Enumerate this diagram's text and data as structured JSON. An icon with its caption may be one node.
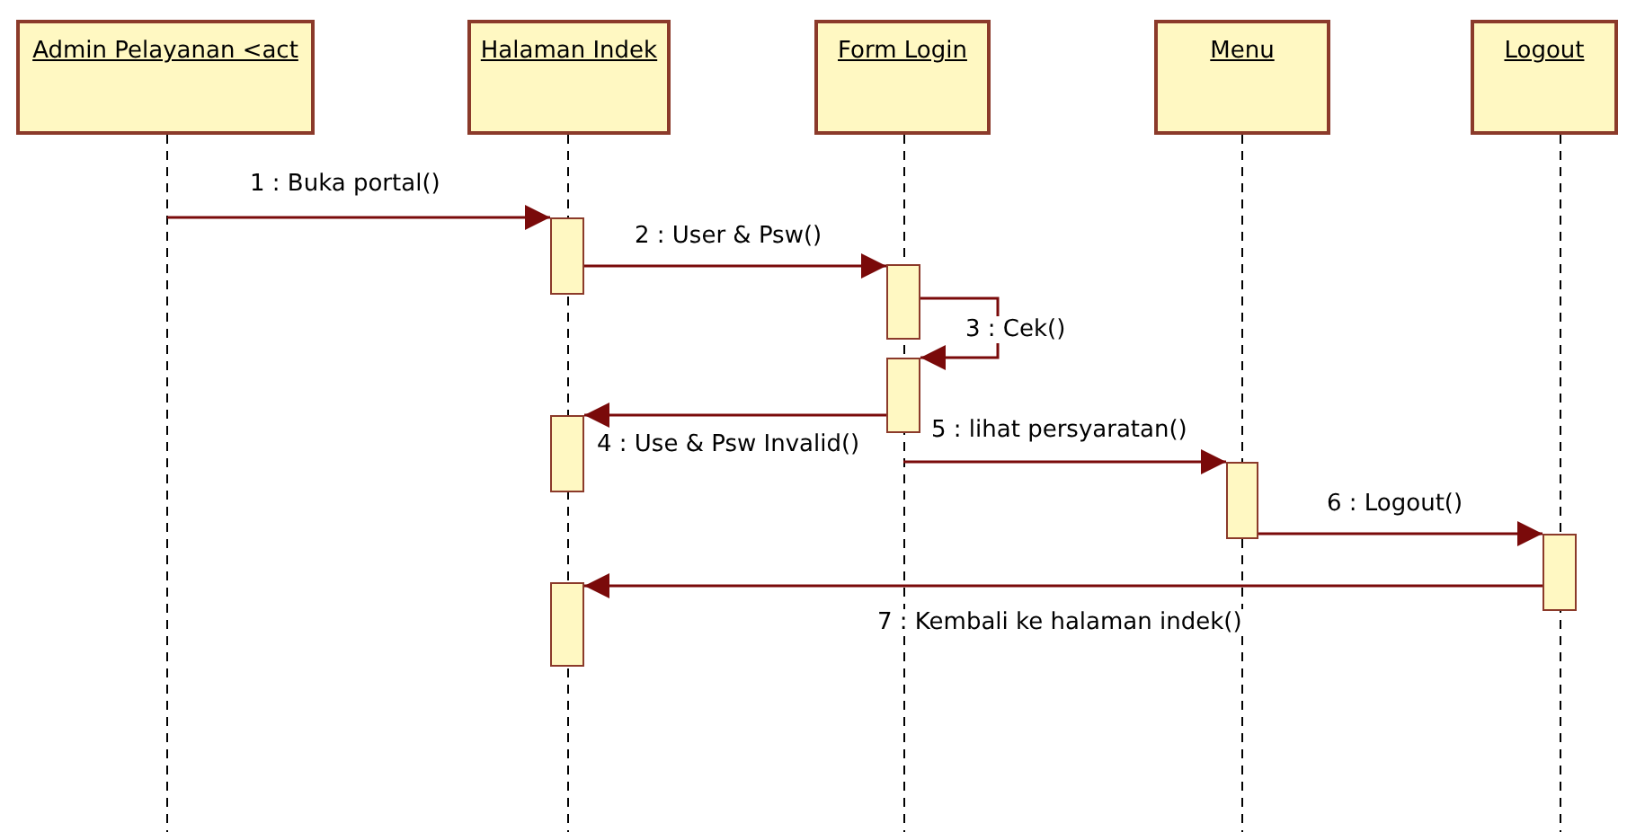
{
  "diagram": {
    "nodes": [
      {
        "text": [
          "Admin Pelayanan <act"
        ]
      },
      {
        "text": [
          "Halaman Indek"
        ]
      },
      {
        "text": [
          "Form Login"
        ]
      },
      {
        "text": [
          "Menu"
        ]
      },
      {
        "text": [
          "Logout"
        ]
      },
      {
        "text": [],
        "shape": "bar"
      },
      {
        "text": [],
        "shape": "bar"
      },
      {
        "text": [],
        "shape": "bar"
      },
      {
        "text": [],
        "shape": "bar"
      },
      {
        "text": [],
        "shape": "bar"
      },
      {
        "text": [],
        "shape": "bar"
      },
      {
        "text": [],
        "shape": "bar"
      }
    ],
    "edges": [
      {
        "from": 0,
        "to": 5,
        "arrow": "to",
        "label": "1 : Buka portal()"
      },
      {
        "from": 5,
        "to": 6,
        "arrow": "to",
        "label": "2 : User & Psw()"
      },
      {
        "from": 6,
        "to": 7,
        "arrow": "to",
        "label": "3 : Cek()"
      },
      {
        "from": 7,
        "to": 8,
        "arrow": "to",
        "label": "4 : Use & Psw Invalid()"
      },
      {
        "from": 7,
        "to": 9,
        "arrow": "to",
        "label": "5 : lihat persyaratan()"
      },
      {
        "from": 9,
        "to": 10,
        "arrow": "to",
        "label": "6 : Logout()"
      },
      {
        "from": 10,
        "to": 11,
        "arrow": "to",
        "label": "7 : Kembali ke halaman indek()"
      }
    ]
  }
}
